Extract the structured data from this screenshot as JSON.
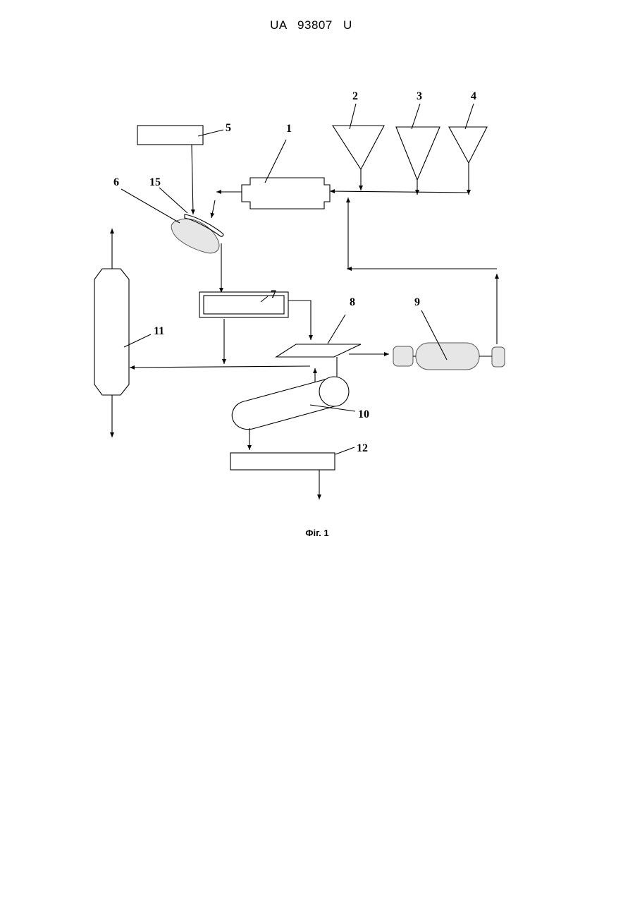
{
  "header": {
    "patent_number": "UA   93807   U"
  },
  "figure": {
    "caption": "Фіг. 1",
    "labels": {
      "l1": "1",
      "l2": "2",
      "l3": "3",
      "l4": "4",
      "l5": "5",
      "l6": "6",
      "l7": "7",
      "l8": "8",
      "l9": "9",
      "l10": "10",
      "l11": "11",
      "l12": "12",
      "l15": "15"
    }
  }
}
